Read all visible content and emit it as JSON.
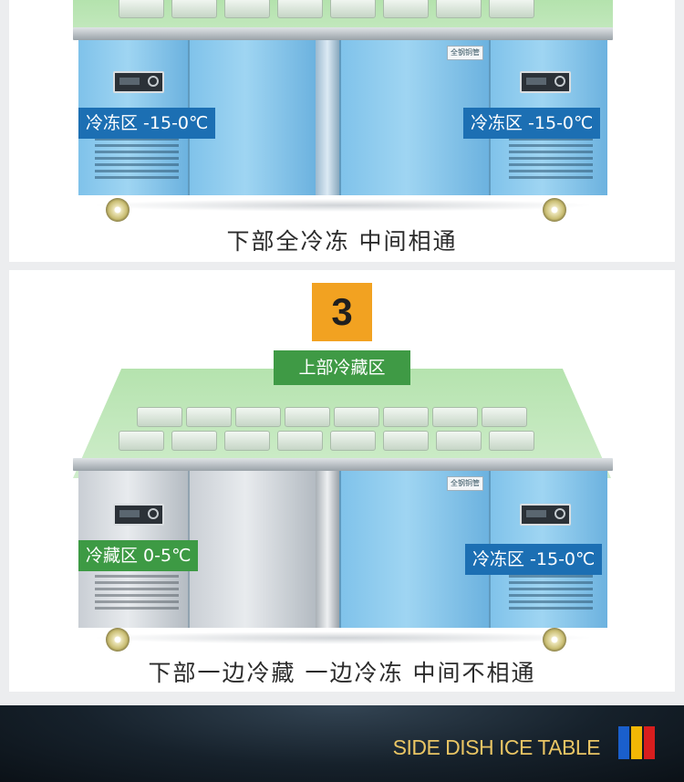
{
  "colors": {
    "freeze_label_bg": "#1c6fb3",
    "chill_label_bg": "#3d9a44",
    "badge_bg": "#f2a221",
    "footer_text": "#e9c564",
    "flag": [
      "#1a5fcc",
      "#f2b705",
      "#d81e1e"
    ]
  },
  "panel_top": {
    "left_zone": "冷冻区 -15-0℃",
    "right_zone": "冷冻区 -15-0℃",
    "caption": "下部全冷冻  中间相通",
    "brand_plate": "全钢铜管"
  },
  "panel_mid": {
    "step_number": "3",
    "top_zone": "上部冷藏区",
    "left_zone": "冷藏区 0-5℃",
    "right_zone": "冷冻区 -15-0℃",
    "caption": "下部一边冷藏  一边冷冻  中间不相通",
    "brand_plate": "全钢铜管"
  },
  "footer": {
    "title": "SIDE DISH ICE TABLE"
  }
}
